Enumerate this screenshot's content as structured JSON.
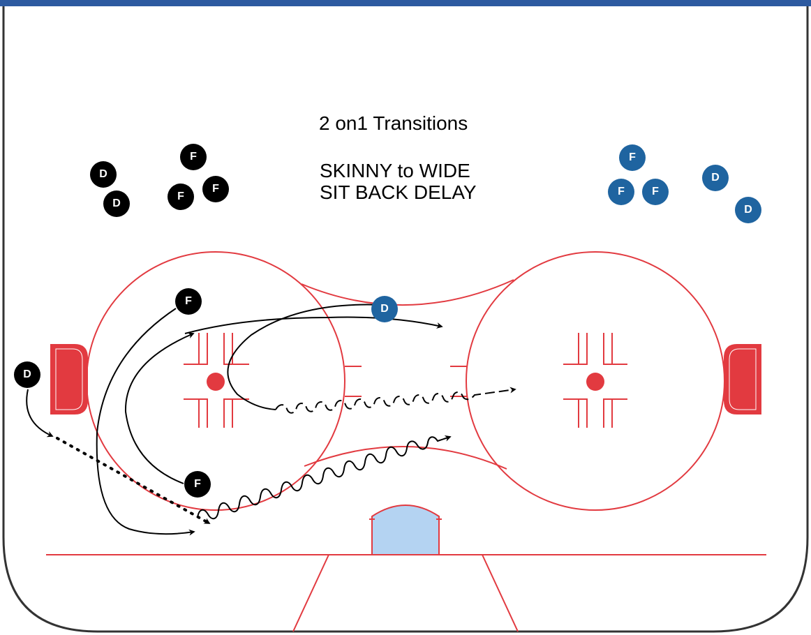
{
  "title": "2 on1 Transitions",
  "subtitle_line1": "SKINNY to WIDE",
  "subtitle_line2": "SIT BACK DELAY",
  "colors": {
    "rink_line": "#e23a40",
    "board_top": "#2d5aa0",
    "team_black": "#000000",
    "team_blue": "#1f64a0",
    "crease": "#b4d3f2",
    "faceoff_dot": "#e23a40"
  },
  "players": {
    "black_d1": "D",
    "black_d2": "D",
    "black_f1": "F",
    "black_f2": "F",
    "black_f3": "F",
    "blue_f1": "F",
    "blue_f2": "F",
    "blue_f3": "F",
    "blue_d1": "D",
    "blue_d2": "D",
    "drill_f_top": "F",
    "drill_f_bottom": "F",
    "drill_d_left": "D",
    "drill_d_blue": "D"
  }
}
